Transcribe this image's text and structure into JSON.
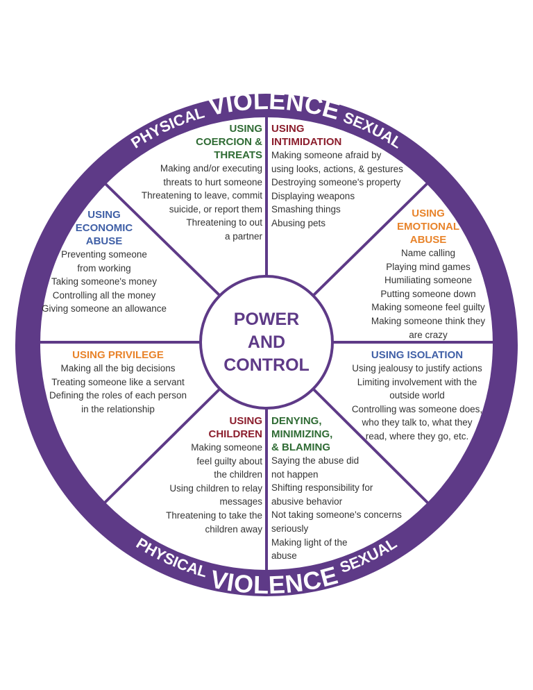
{
  "colors": {
    "purple": "#5e3a87",
    "green": "#2f6b34",
    "red": "#8b1d2c",
    "orange": "#e8832a",
    "blue": "#3f5fa6",
    "text": "#333333"
  },
  "ring": {
    "top": {
      "physical": "PHYSICAL",
      "violence": "VIOLENCE",
      "sexual": "SEXUAL"
    },
    "bottom": {
      "physical": "PHYSICAL",
      "violence": "VIOLENCE",
      "sexual": "SEXUAL"
    }
  },
  "hub": {
    "lines": [
      "POWER",
      "AND",
      "CONTROL"
    ]
  },
  "sections": {
    "coercion": {
      "title": [
        "USING",
        "COERCION &",
        "THREATS"
      ],
      "items": [
        "Making and/or executing",
        "threats to hurt someone",
        "Threatening to leave, commit",
        "suicide, or report them",
        "Threatening to out",
        "a partner"
      ]
    },
    "intimidation": {
      "title": [
        "USING",
        "INTIMIDATION"
      ],
      "items": [
        "Making someone afraid by",
        "using looks, actions, & gestures",
        "Destroying someone's property",
        "Displaying weapons",
        "Smashing things",
        "Abusing pets"
      ]
    },
    "economic": {
      "title": [
        "USING",
        "ECONOMIC",
        "ABUSE"
      ],
      "items": [
        "Preventing someone",
        "from working",
        "Taking someone's money",
        "Controlling all the money",
        "Giving someone an allowance"
      ]
    },
    "emotional": {
      "title": [
        "USING",
        "EMOTIONAL",
        "ABUSE"
      ],
      "items": [
        "Name calling",
        "Playing mind games",
        "Humiliating someone",
        "Putting someone down",
        "Making someone feel guilty",
        "Making someone think they",
        "are crazy"
      ]
    },
    "privilege": {
      "title": [
        "USING PRIVILEGE"
      ],
      "items": [
        "Making all the big decisions",
        "Treating someone like a servant",
        "Defining the roles of each person",
        "in the relationship"
      ]
    },
    "isolation": {
      "title": [
        "USING ISOLATION"
      ],
      "items": [
        "Using jealousy to justify actions",
        "Limiting involvement with the",
        "outside world",
        "Controlling was someone does,",
        "who they talk to, what they",
        "read, where they go, etc."
      ]
    },
    "children": {
      "title": [
        "USING",
        "CHILDREN"
      ],
      "items": [
        "Making someone",
        "feel guilty about",
        "the children",
        "Using children to relay",
        "messages",
        "Threatening to take the",
        "children away"
      ]
    },
    "denying": {
      "title": [
        "DENYING,",
        "MINIMIZING,",
        "& BLAMING"
      ],
      "items": [
        "Saying the abuse did",
        "not happen",
        "Shifting responsibility for",
        "abusive behavior",
        "Not taking someone's concerns",
        "seriously",
        "Making light of the",
        "abuse"
      ]
    }
  }
}
